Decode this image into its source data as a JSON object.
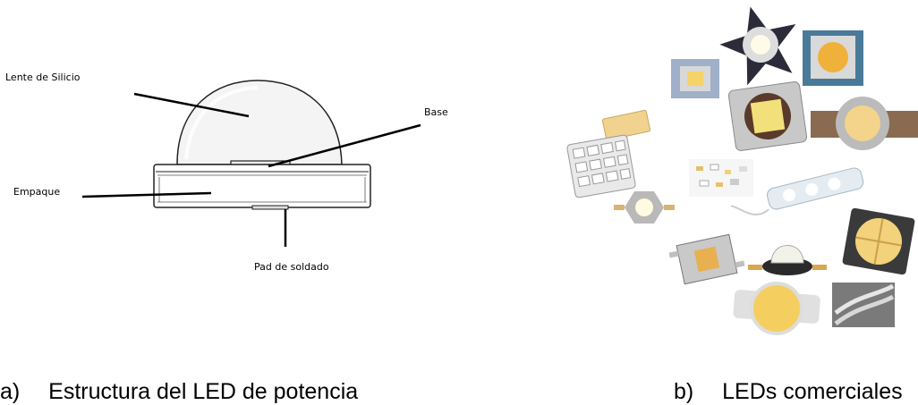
{
  "panel_a": {
    "labels": {
      "lens": "Lente de Silicio",
      "base": "Base",
      "package": "Empaque",
      "pad": "Pad de soldado"
    },
    "caption_letter": "a)",
    "caption_text": "Estructura del LED de potencia"
  },
  "panel_b": {
    "caption_letter": "b)",
    "caption_text": "LEDs comerciales",
    "items": [
      "star-led-photo",
      "square-cob-led-photo",
      "small-cob-module-photo",
      "cob-array-led-photo",
      "heatsink-led-photo",
      "smd-chip-photo",
      "led-matrix-board-photo",
      "smd-assortment-photo",
      "led-module-strip-photo",
      "hexagon-led-photo",
      "ceramic-4chip-led-photo",
      "square-led-photo",
      "dome-led-photo",
      "high-power-led-photo",
      "led-tape-reel-photo"
    ]
  },
  "colors": {
    "dome_fill": "#f2f2f2",
    "outline": "#111111",
    "led_warm": "#f0c35a",
    "led_cool": "#fffbe8"
  }
}
